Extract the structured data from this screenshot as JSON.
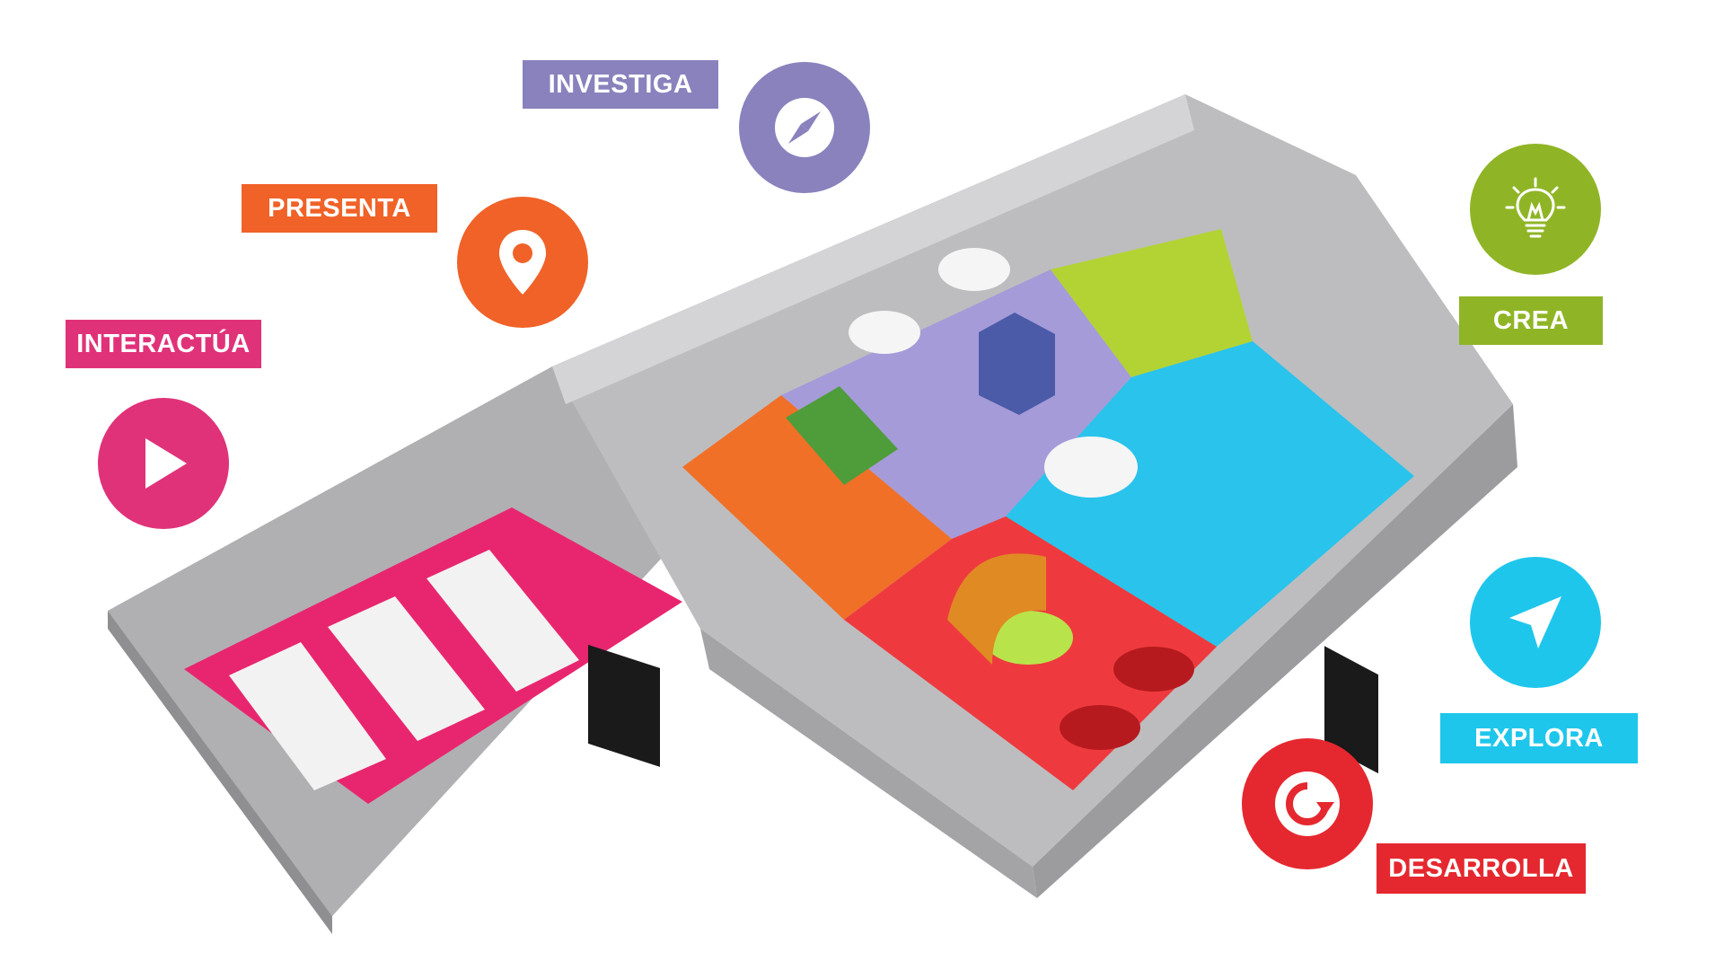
{
  "labels": {
    "investiga": "INVESTIGA",
    "presenta": "PRESENTA",
    "interactua": "INTERACTÚA",
    "crea": "CREA",
    "explora": "EXPLORA",
    "desarrolla": "DESARROLLA"
  },
  "icons": {
    "investiga": "compass-icon",
    "presenta": "map-pin-icon",
    "interactua": "play-icon",
    "crea": "lightbulb-icon",
    "explora": "send-arrow-icon",
    "desarrolla": "refresh-icon"
  },
  "colors": {
    "investiga": "#8982bd",
    "presenta": "#f06228",
    "interactua": "#e03279",
    "crea": "#8fb526",
    "explora": "#1fc6ec",
    "desarrolla": "#e5282f",
    "wall": "#a7a7a9",
    "floor_orange": "#f07028",
    "floor_purple": "#a59bd8",
    "floor_green": "#b3d334",
    "floor_cyan": "#29c3ec",
    "floor_red": "#ee3a3e",
    "floor_pink": "#e8266f"
  }
}
